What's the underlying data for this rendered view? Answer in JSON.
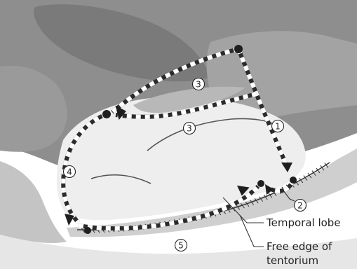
{
  "steps": [
    "1",
    "2",
    "3",
    "3",
    "4",
    "5"
  ],
  "labels": {
    "temporal_lobe": "Temporal lobe",
    "free_edge_line1": "Free edge of",
    "free_edge_line2": "tentorium"
  },
  "colors": {
    "brain_dark": "#8c8c8c",
    "brain_mid": "#b3b3b3",
    "brain_light": "#d6d6d6",
    "background": "#ffffff",
    "path_dark": "#2b2b2b",
    "path_light": "#ffffff",
    "node": "#1e1e1e"
  }
}
